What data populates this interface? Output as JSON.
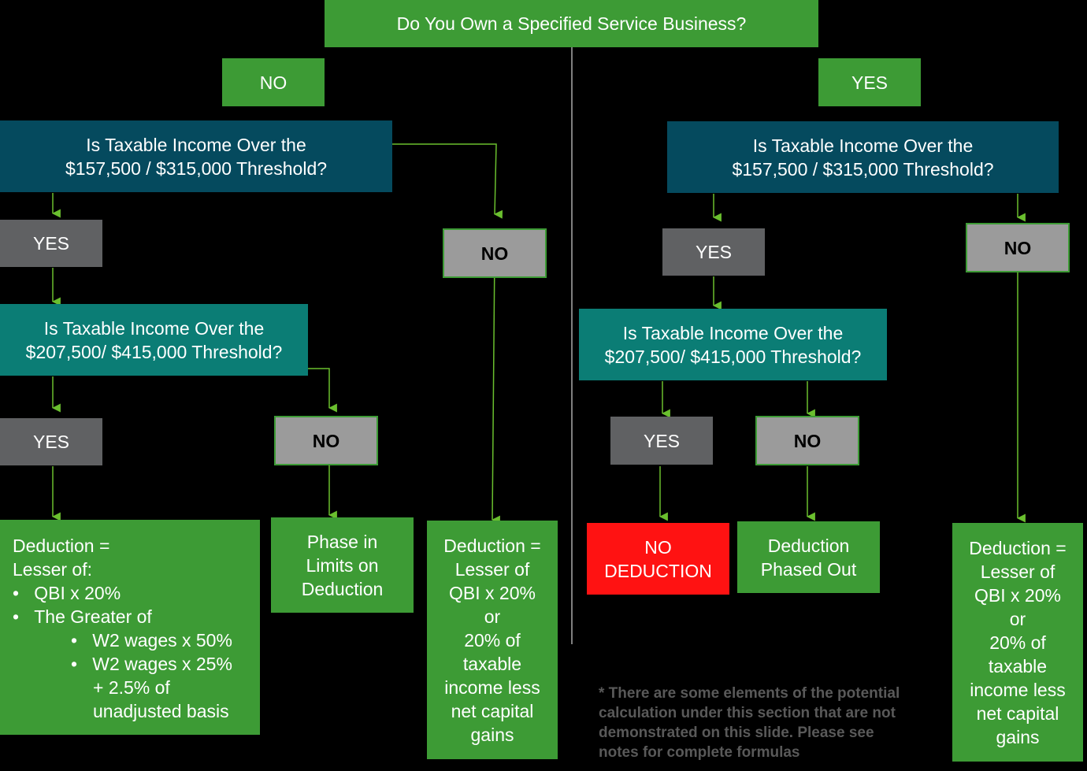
{
  "top_question": "Do You Own a Specified Service Business?",
  "left": {
    "branch_label": "NO",
    "q1_line1": "Is Taxable Income Over the",
    "q1_line2": "$157,500 / $315,000 Threshold?",
    "q1_yes": "YES",
    "q1_no": "NO",
    "q2_line1": "Is Taxable Income Over the",
    "q2_line2": "$207,500/ $415,000 Threshold?",
    "q2_yes": "YES",
    "q2_no": "NO",
    "result_yes": {
      "line1": "Deduction =",
      "line2": "Lesser of:",
      "bullet1": "QBI x 20%",
      "bullet2": "The Greater of",
      "sub1": "W2 wages x 50%",
      "sub2_line1": "W2 wages x 25%",
      "sub2_line2": "+ 2.5% of",
      "sub2_line3": "unadjusted basis"
    },
    "result_phase": {
      "line1": "Phase in",
      "line2": "Limits on",
      "line3": "Deduction"
    },
    "result_no": {
      "line1": "Deduction =",
      "line2": "Lesser of",
      "line3": "QBI x 20%",
      "line4": "or",
      "line5": "20% of",
      "line6": "taxable",
      "line7": "income less",
      "line8": "net capital",
      "line9": "gains"
    }
  },
  "right": {
    "branch_label": "YES",
    "q1_line1": "Is Taxable Income Over the",
    "q1_line2": "$157,500 / $315,000 Threshold?",
    "q1_yes": "YES",
    "q1_no": "NO",
    "q2_line1": "Is Taxable Income Over the",
    "q2_line2": "$207,500/ $415,000 Threshold?",
    "q2_yes": "YES",
    "q2_no": "NO",
    "result_yes": {
      "line1": "NO",
      "line2": "DEDUCTION"
    },
    "result_phase": {
      "line1": "Deduction",
      "line2": "Phased Out"
    },
    "result_no": {
      "line1": "Deduction =",
      "line2": "Lesser of",
      "line3": "QBI x 20%",
      "line4": "or",
      "line5": "20% of",
      "line6": "taxable",
      "line7": "income less",
      "line8": "net capital",
      "line9": "gains"
    }
  },
  "footnote": {
    "line1": "* There are some elements of the potential",
    "line2": "calculation under this section that are not",
    "line3": "demonstrated on this slide.  Please see",
    "line4": "notes for complete formulas"
  },
  "colors": {
    "green": "#3d9b35",
    "navy": "#054a5e",
    "teal": "#0b7d75",
    "dark_grey": "#606163",
    "light_grey": "#9b9b9b",
    "red": "#ff1212",
    "connector": "#6abf2e"
  }
}
